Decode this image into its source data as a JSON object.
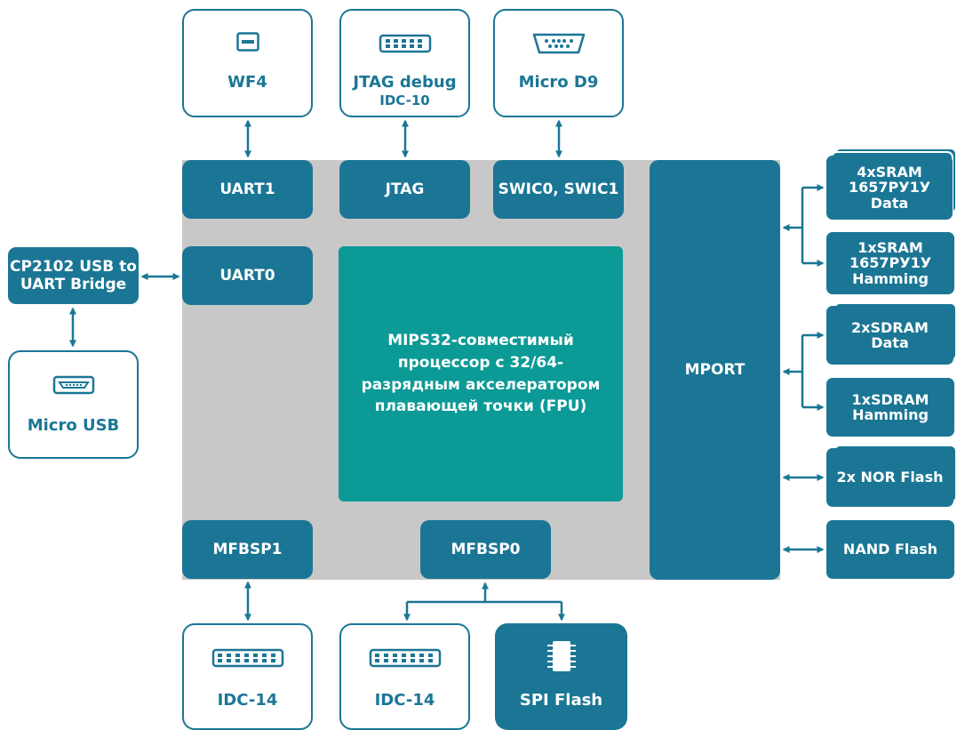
{
  "soc": {
    "cpu_text": "MIPS32-совместимый\nпроцессор с 32/64-\nразрядным акселератором\nплавающей точки (FPU)",
    "blocks": {
      "uart1": "UART1",
      "jtag": "JTAG",
      "swic": "SWIC0, SWIC1",
      "uart0": "UART0",
      "mport": "MPORT",
      "mfbsp1": "MFBSP1",
      "mfbsp0": "MFBSP0"
    }
  },
  "external": {
    "wf4": {
      "label": "WF4",
      "icon": "connector-icon"
    },
    "jtag_debug": {
      "label": "JTAG debug",
      "sublabel": "IDC-10",
      "icon": "pin-header-icon"
    },
    "micro_d9": {
      "label": "Micro D9",
      "icon": "d9-connector-icon"
    },
    "cp2102": {
      "label": "CP2102 USB to\nUART Bridge"
    },
    "micro_usb": {
      "label": "Micro USB",
      "icon": "usb-icon"
    },
    "idc14_left": {
      "label": "IDC-14",
      "icon": "pin-header-icon"
    },
    "idc14_right": {
      "label": "IDC-14",
      "icon": "pin-header-icon"
    },
    "spi_flash": {
      "label": "SPI Flash",
      "icon": "chip-icon"
    }
  },
  "memory": {
    "sram_data": "4xSRAM\n1657РУ1У\nData",
    "sram_hamming": "1xSRAM\n1657РУ1У\nHamming",
    "sdram_data": "2xSDRAM\nData",
    "sdram_hamming": "1xSDRAM\nHamming",
    "nor_flash": "2x NOR Flash",
    "nand_flash": "NAND Flash"
  },
  "colors": {
    "block": "#1b7695",
    "cpu": "#0c9a97",
    "soc_background": "#c8c8c8",
    "connector": "#1b7695"
  }
}
